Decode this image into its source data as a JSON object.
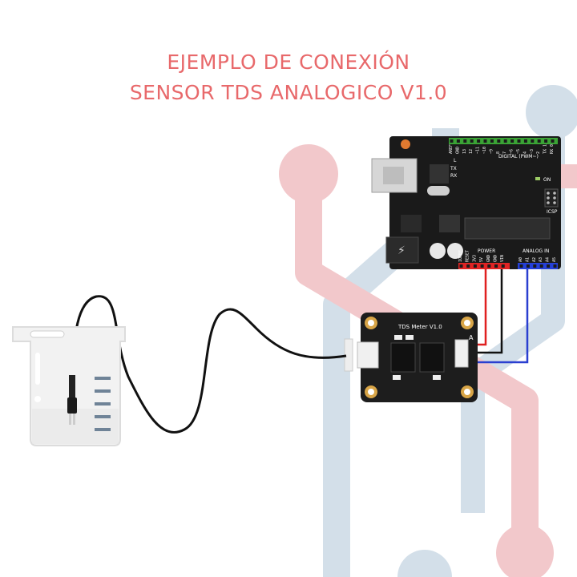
{
  "title": {
    "line1": "EJEMPLO DE CONEXIÓN",
    "line2": "SENSOR TDS ANALOGICO V1.0"
  },
  "colors": {
    "title": "#e8696b",
    "decor_red": "#f2c8cb",
    "decor_blue": "#d3dfe9",
    "board": "#1a1a1a",
    "wire_red": "#e02020",
    "wire_black": "#111111",
    "wire_blue": "#2a3fd0",
    "header_green": "#3aa335",
    "header_red": "#e02424",
    "header_blue": "#2540d8"
  },
  "arduino": {
    "digital_label": "DIGITAL (PWM~)",
    "digital_pins": [
      "AREF",
      "GND",
      "13",
      "12",
      "~11",
      "~10",
      "~9",
      "8",
      "7",
      "~6",
      "~5",
      "4",
      "~3",
      "2",
      "TX 1",
      "RX 0"
    ],
    "power_label": "POWER",
    "power_pins": [
      "IOREF",
      "RESET",
      "3V3",
      "5V",
      "GND",
      "GND",
      "VIN"
    ],
    "analog_label": "ANALOG IN",
    "analog_pins": [
      "A0",
      "A1",
      "A2",
      "A3",
      "A4",
      "A5"
    ],
    "led_labels": [
      "L",
      "TX",
      "RX"
    ],
    "on_label": "ON",
    "icsp_label": "ICSP"
  },
  "tds_module": {
    "label": "TDS Meter V1.0",
    "pin_letter": "A"
  }
}
